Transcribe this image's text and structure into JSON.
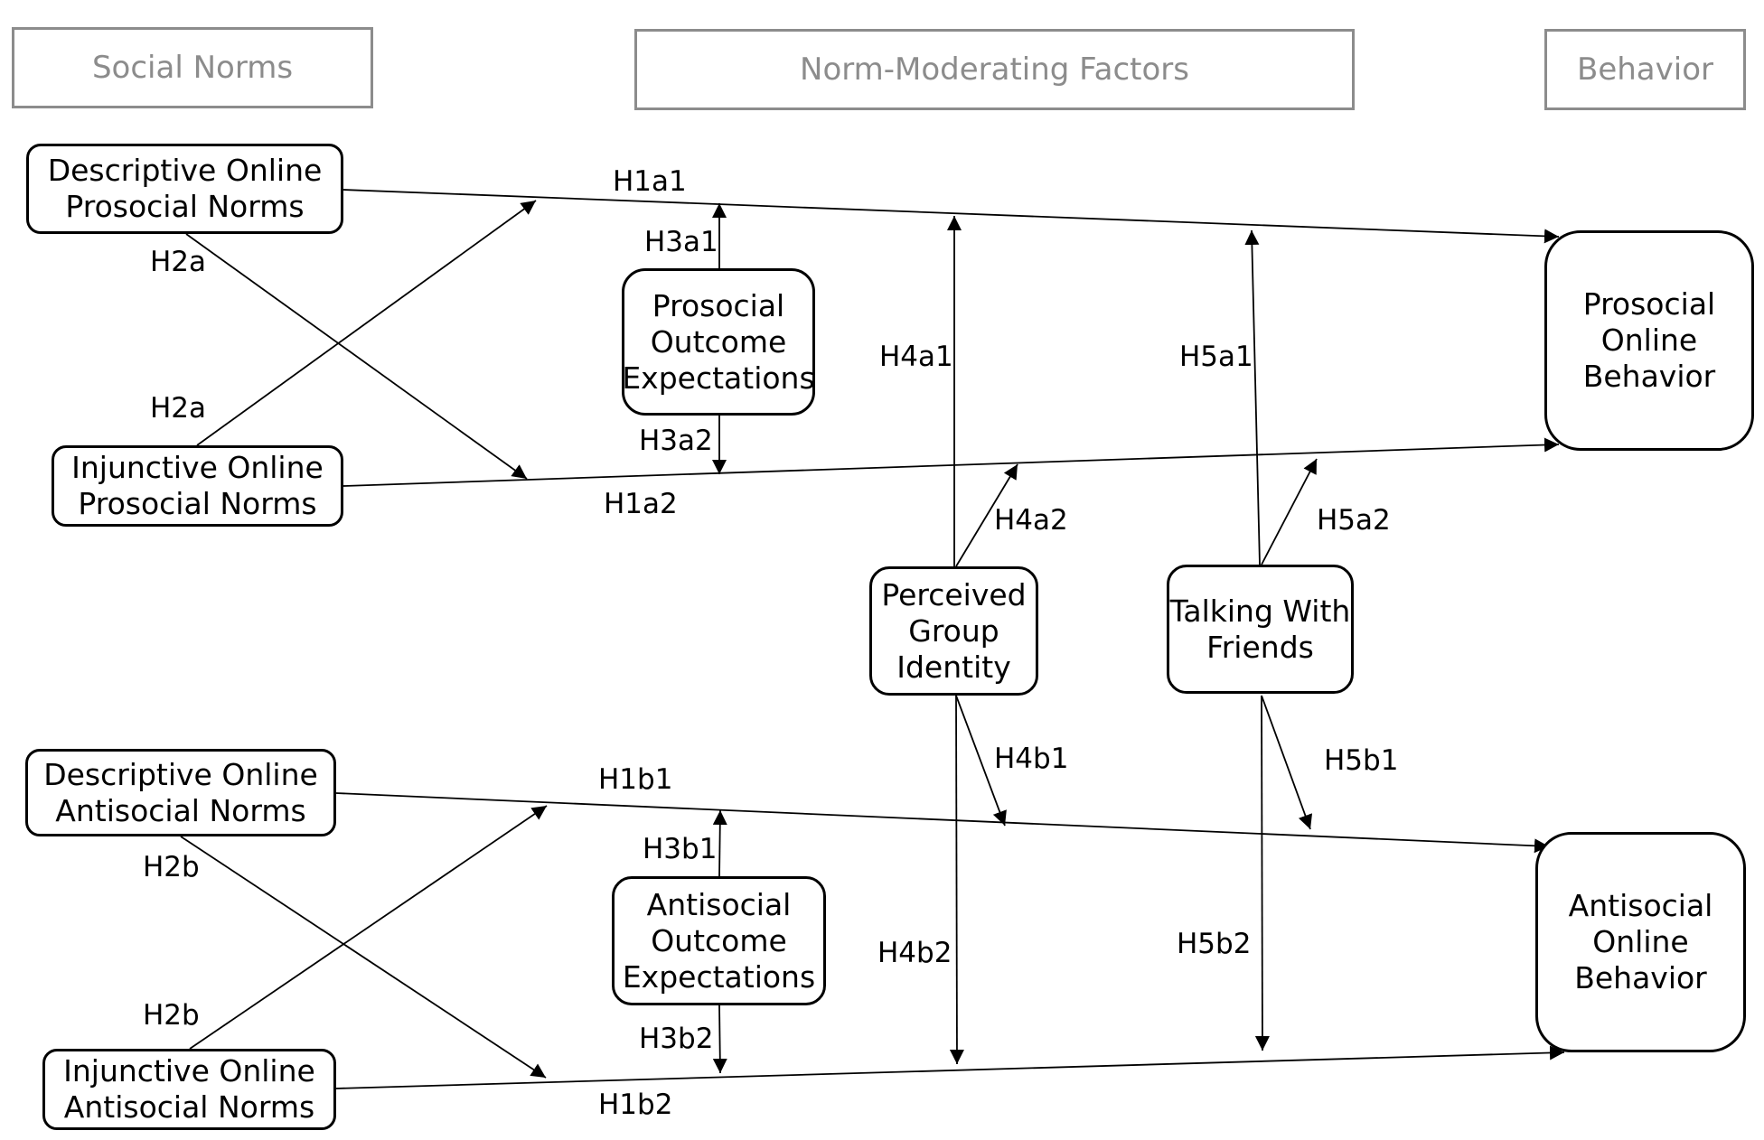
{
  "headers": {
    "social_norms": "Social Norms",
    "moderating": "Norm-Moderating Factors",
    "behavior": "Behavior"
  },
  "nodes": {
    "desc_prosocial": [
      "Descriptive Online",
      "Prosocial Norms"
    ],
    "inj_prosocial": [
      "Injunctive Online",
      "Prosocial Norms"
    ],
    "desc_antisocial": [
      "Descriptive Online",
      "Antisocial Norms"
    ],
    "inj_antisocial": [
      "Injunctive Online",
      "Antisocial Norms"
    ],
    "prosocial_outcome": [
      "Prosocial",
      "Outcome",
      "Expectations"
    ],
    "antisocial_outcome": [
      "Antisocial",
      "Outcome",
      "Expectations"
    ],
    "group_identity": [
      "Perceived",
      "Group",
      "Identity"
    ],
    "talking_friends": [
      "Talking With",
      "Friends"
    ],
    "prosocial_behavior": [
      "Prosocial",
      "Online",
      "Behavior"
    ],
    "antisocial_behavior": [
      "Antisocial",
      "Online",
      "Behavior"
    ]
  },
  "hypotheses": {
    "H1a1": "H1a1",
    "H1a2": "H1a2",
    "H1b1": "H1b1",
    "H1b2": "H1b2",
    "H2a_top": "H2a",
    "H2a_bottom": "H2a",
    "H2b_top": "H2b",
    "H2b_bottom": "H2b",
    "H3a1": "H3a1",
    "H3a2": "H3a2",
    "H3b1": "H3b1",
    "H3b2": "H3b2",
    "H4a1": "H4a1",
    "H4a2": "H4a2",
    "H4b1": "H4b1",
    "H4b2": "H4b2",
    "H5a1": "H5a1",
    "H5a2": "H5a2",
    "H5b1": "H5b1",
    "H5b2": "H5b2"
  },
  "colors": {
    "header_border": "#8c8c8c",
    "line": "#000000"
  }
}
